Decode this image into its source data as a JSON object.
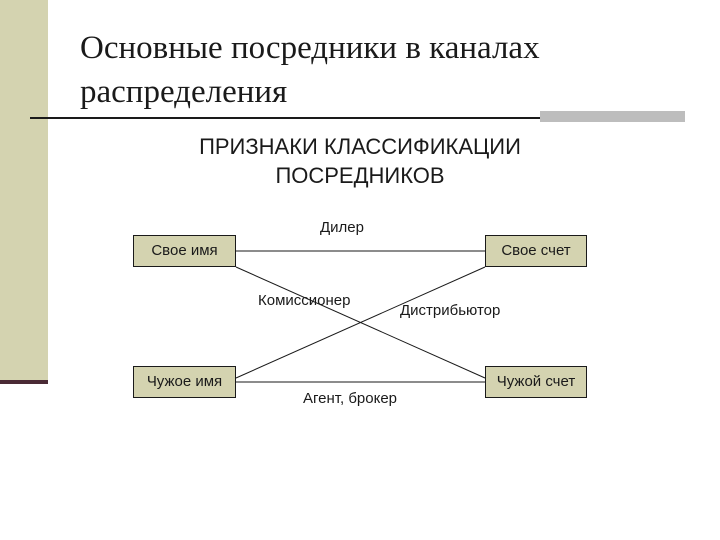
{
  "title": {
    "line1": "Основные посредники в каналах",
    "line2": "распределения"
  },
  "subtitle": {
    "line1": "ПРИЗНАКИ КЛАССИФИКАЦИИ",
    "line2": "ПОСРЕДНИКОВ"
  },
  "nodes": {
    "own_name": "Свое имя",
    "own_account": "Свое счет",
    "foreign_name": "Чужое имя",
    "foreign_account": "Чужой счет"
  },
  "edges": {
    "dealer": "Дилер",
    "commissioner": "Комиссионер",
    "distributor": "Дистрибьютор",
    "agent_broker": "Агент, брокер"
  },
  "colors": {
    "accent": "#d4d3b0",
    "dark_accent": "#4a2a35",
    "text": "#1a1a1a"
  }
}
